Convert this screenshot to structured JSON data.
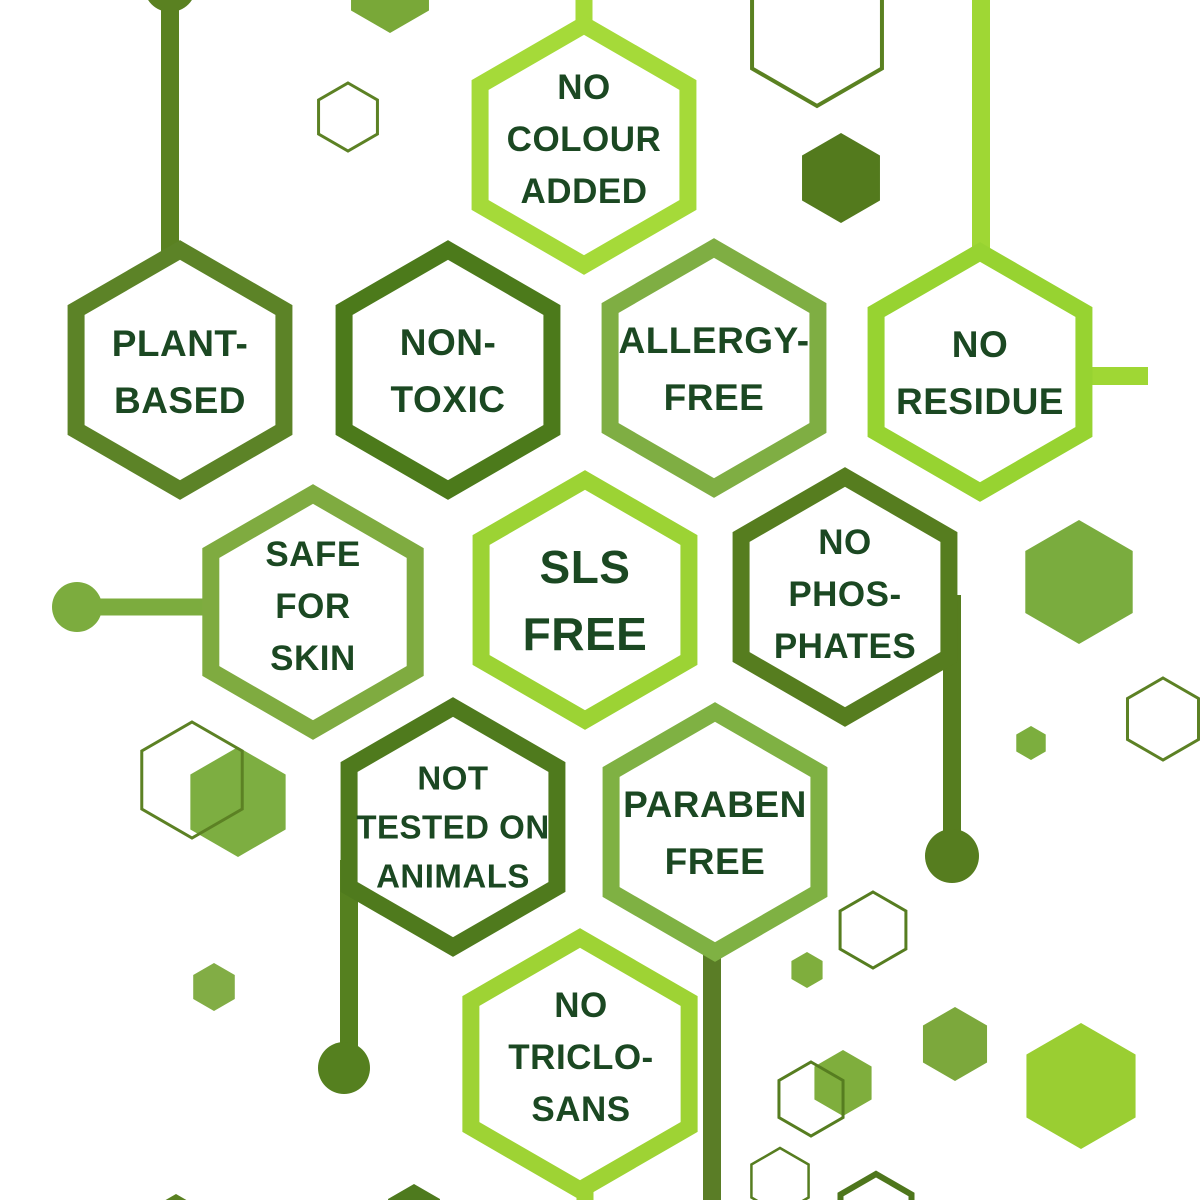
{
  "palette": {
    "bright_lime": "#9ed334",
    "medium_green": "#7fae43",
    "olive_green": "#5a8121",
    "dark_olive": "#4f7a1d",
    "text_green": "#1b4822",
    "background": "#ffffff"
  },
  "badges": [
    {
      "id": "no-colour-added",
      "color": "#a5da39",
      "lines": [
        "NO",
        "COLOUR",
        "ADDED"
      ]
    },
    {
      "id": "plant-based",
      "color": "#5c8327",
      "lines": [
        "PLANT-",
        "BASED"
      ]
    },
    {
      "id": "non-toxic",
      "color": "#4c7a1b",
      "lines": [
        "NON-",
        "TOXIC"
      ]
    },
    {
      "id": "allergy-free",
      "color": "#7fae43",
      "lines": [
        "ALLERGY-",
        "FREE"
      ]
    },
    {
      "id": "no-residue",
      "color": "#97d331",
      "lines": [
        "NO",
        "RESIDUE"
      ]
    },
    {
      "id": "safe-for-skin",
      "color": "#7fab40",
      "lines": [
        "SAFE",
        "FOR",
        "SKIN"
      ]
    },
    {
      "id": "sls-free",
      "color": "#9cd334",
      "lines": [
        "SLS",
        "FREE"
      ]
    },
    {
      "id": "no-phosphates",
      "color": "#567d1f",
      "lines": [
        "NO",
        "PHOS-",
        "PHATES"
      ]
    },
    {
      "id": "not-tested-on-animals",
      "color": "#4f7a1d",
      "lines": [
        "NOT",
        "TESTED ON",
        "ANIMALS"
      ]
    },
    {
      "id": "paraben-free",
      "color": "#7fb143",
      "lines": [
        "PARABEN",
        "FREE"
      ]
    },
    {
      "id": "no-triclosans",
      "color": "#9ed334",
      "lines": [
        "NO",
        "TRICLO-",
        "SANS"
      ]
    }
  ]
}
